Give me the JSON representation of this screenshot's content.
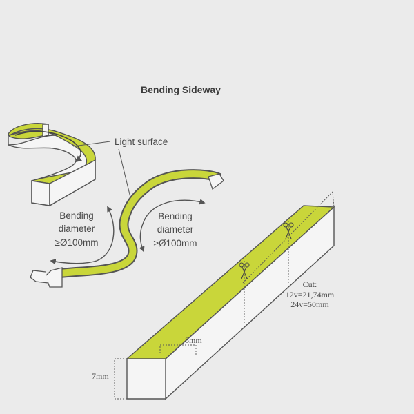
{
  "title": "Bending Sideway",
  "callouts": {
    "light_surface": "Light surface",
    "bend_left": [
      "Bending",
      "diameter",
      "≥Ø100mm"
    ],
    "bend_right": [
      "Bending",
      "diameter",
      "≥Ø100mm"
    ]
  },
  "dimensions": {
    "width": "8mm",
    "height": "7mm",
    "cut_title": "Cut:",
    "cut_12v": "12v=21,74mm",
    "cut_24v": "24v=50mm"
  },
  "colors": {
    "light": "#c9d63a",
    "outline": "#555555",
    "body": "#f5f5f5",
    "background": "#ebebeb"
  },
  "icons": [
    "scissors-icon",
    "scissors-icon",
    "arrow-icon"
  ]
}
